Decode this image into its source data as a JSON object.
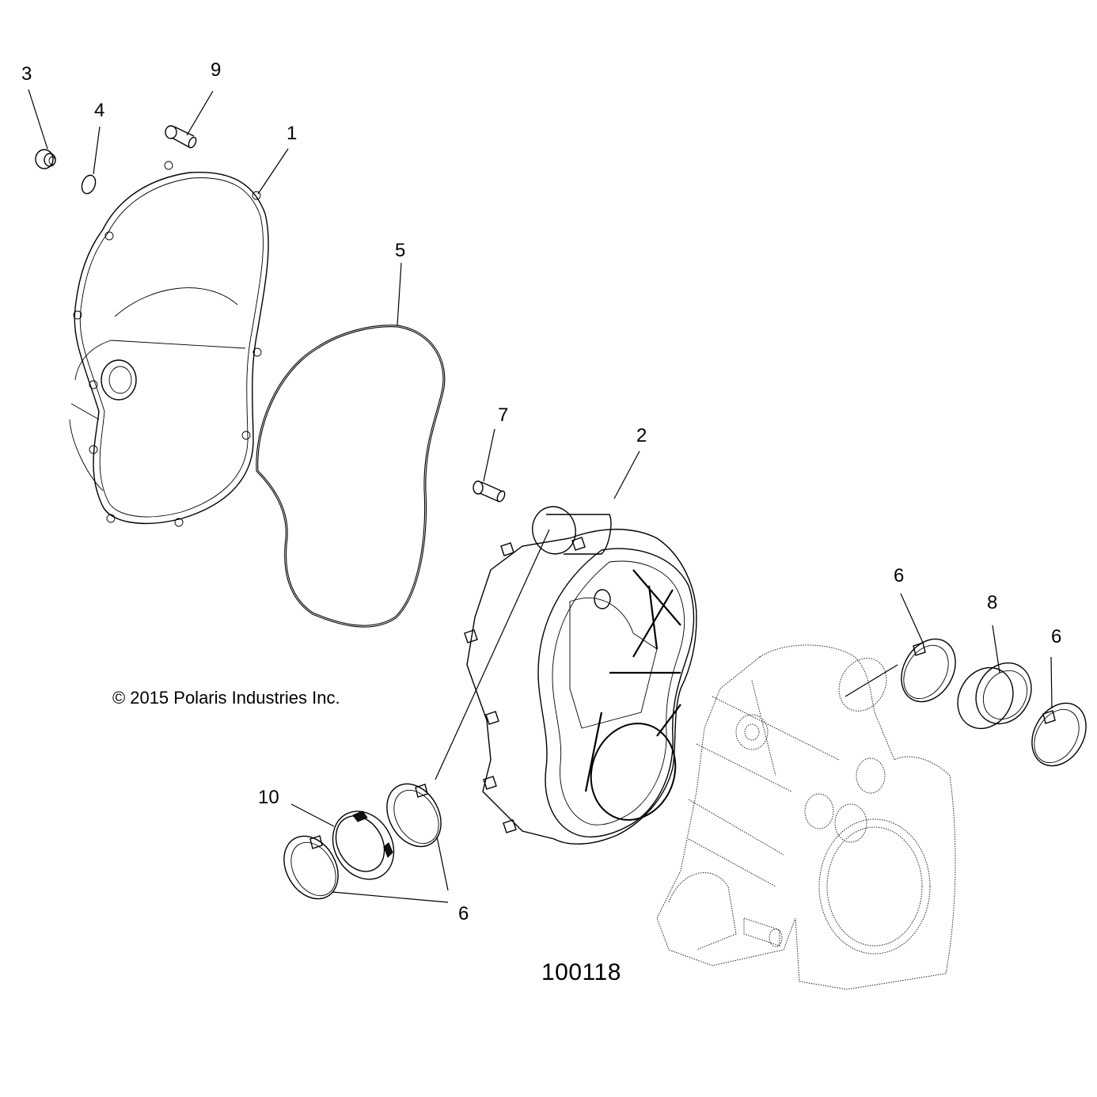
{
  "diagram": {
    "type": "exploded-parts-diagram",
    "figure_number": "100118",
    "copyright": {
      "symbol": "©",
      "text": "2015 Polaris Industries Inc."
    },
    "colors": {
      "line": "#000000",
      "background": "#ffffff"
    },
    "callouts": [
      {
        "id": "c3",
        "label": "3",
        "part": "drain plug"
      },
      {
        "id": "c4",
        "label": "4",
        "part": "o-ring"
      },
      {
        "id": "c9",
        "label": "9",
        "part": "bolt"
      },
      {
        "id": "c1",
        "label": "1",
        "part": "outer clutch cover"
      },
      {
        "id": "c5",
        "label": "5",
        "part": "cover seal"
      },
      {
        "id": "c7",
        "label": "7",
        "part": "bolt"
      },
      {
        "id": "c2",
        "label": "2",
        "part": "inner clutch cover"
      },
      {
        "id": "c6a",
        "label": "6",
        "part": "clamp"
      },
      {
        "id": "c8",
        "label": "8",
        "part": "duct coupler"
      },
      {
        "id": "c6b",
        "label": "6",
        "part": "clamp"
      },
      {
        "id": "c10",
        "label": "10",
        "part": "adapter ring"
      },
      {
        "id": "c6c",
        "label": "6",
        "part": "clamp"
      }
    ]
  }
}
